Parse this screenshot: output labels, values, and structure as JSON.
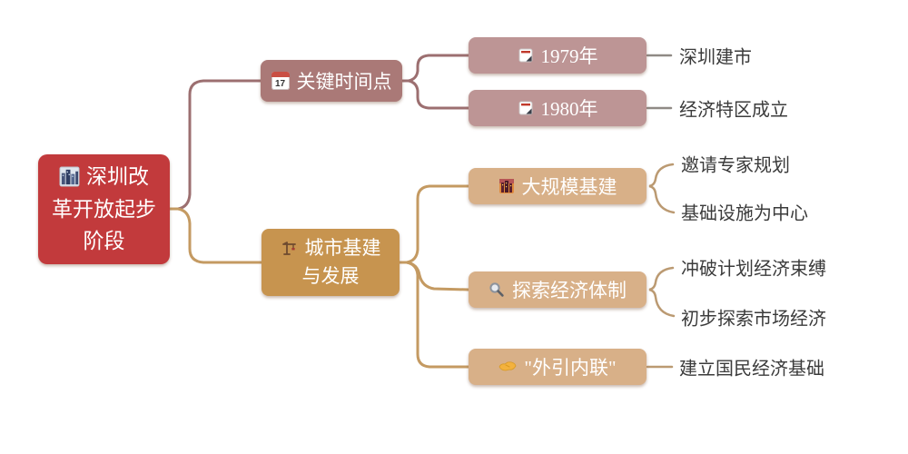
{
  "colors": {
    "background": "#ffffff",
    "root_bg": "#c23a3c",
    "branch_rose_bg": "#aa7977",
    "child_rose_bg": "#bd9595",
    "branch_tan_bg": "#c7944f",
    "child_tan_bg": "#d8b088",
    "node_text": "#ffffff",
    "leaf_text": "#3b3b3b",
    "connector_rose": "#9c6f70",
    "connector_tan": "#c49a62",
    "leaf_line_gray": "#8f8a85",
    "leaf_line_tan": "#bb9a72"
  },
  "root": {
    "label": "深圳改革开放起步阶段",
    "label_lines": [
      "深圳改",
      "革开放起步",
      "阶段"
    ],
    "icon": "cityscape-icon"
  },
  "branches": [
    {
      "label": "关键时间点",
      "icon": "calendar-icon",
      "calendar_day": "17",
      "children": [
        {
          "label": "1979年",
          "icon": "memo-icon",
          "leaves": [
            "深圳建市"
          ]
        },
        {
          "label": "1980年",
          "icon": "memo-icon",
          "leaves": [
            "经济特区成立"
          ]
        }
      ]
    },
    {
      "label": "城市基建与发展",
      "label_lines": [
        "城市基建",
        "与发展"
      ],
      "icon": "crane-icon",
      "children": [
        {
          "label": "大规模基建",
          "icon": "city-dusk-icon",
          "leaves": [
            "邀请专家规划",
            "基础设施为中心"
          ]
        },
        {
          "label": "探索经济体制",
          "icon": "magnifier-icon",
          "leaves": [
            "冲破计划经济束缚",
            "初步探索市场经济"
          ]
        },
        {
          "label": "\"外引内联\"",
          "icon": "handshake-icon",
          "leaves": [
            "建立国民经济基础"
          ]
        }
      ]
    }
  ]
}
